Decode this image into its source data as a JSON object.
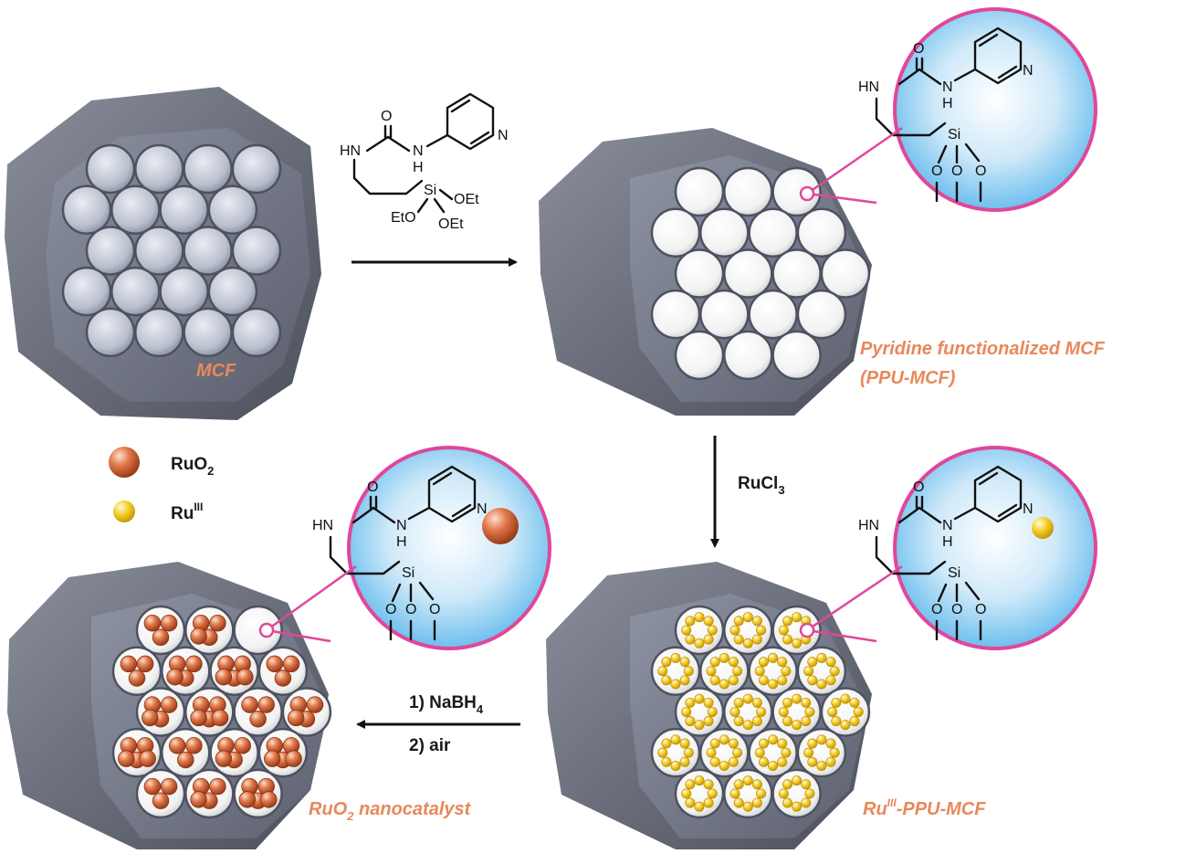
{
  "materials": {
    "mcf": "MCF",
    "ppu_mcf_line1": "Pyridine functionalized MCF",
    "ppu_mcf_line2": "(PPU-MCF)",
    "ru_ppu_prefix": "Ru",
    "ru_ppu_superscript": "III",
    "ru_ppu_suffix": "-PPU-MCF",
    "nanocatalyst_prefix": "RuO",
    "nanocatalyst_subscript": "2",
    "nanocatalyst_suffix": " nanocatalyst"
  },
  "legend": {
    "ruo2_prefix": "RuO",
    "ruo2_subscript": "2",
    "ru3_prefix": "Ru",
    "ru3_superscript": "III"
  },
  "reagents": {
    "step2_prefix": "RuCl",
    "step2_subscript": "3",
    "step3_line1_prefix": "1) NaBH",
    "step3_line1_subscript": "4",
    "step3_line2": "2) air"
  },
  "chemistry": {
    "hn": "HN",
    "h_n": "N",
    "h_n_h": "H",
    "o": "O",
    "n_ring": "N",
    "si": "Si",
    "oet1": "OEt",
    "oet2": "OEt",
    "eto": "EtO",
    "o_link": "O"
  },
  "colors": {
    "label_orange": "#e8885a",
    "ruo2_particle": "#d2673f",
    "ru3_particle": "#f2c21a",
    "inset_ring": "#e0479a",
    "inset_fill_center": "#79c6f0",
    "silica_frame": "#6b6f7c",
    "pore_white": "#f4f6f8"
  }
}
